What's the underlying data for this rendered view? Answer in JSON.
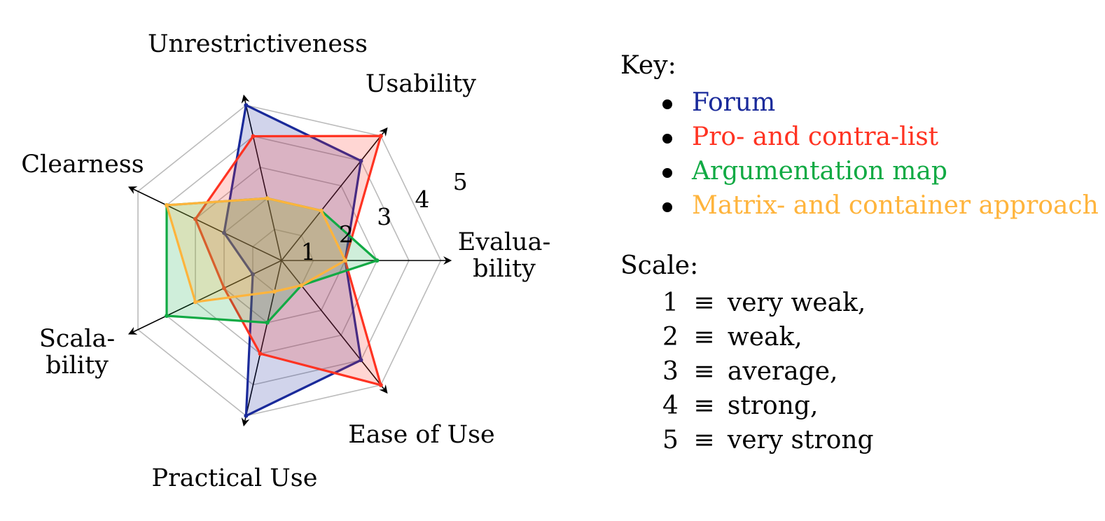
{
  "chart_data": {
    "type": "radar",
    "axes": [
      "Evalua-\nbility",
      "Usability",
      "Unrestrictiveness",
      "Clearness",
      "Scala-\nbility",
      "Practical Use",
      "Ease of Use"
    ],
    "tick_labels": [
      "1",
      "2",
      "3",
      "4",
      "5"
    ],
    "rlim": [
      0,
      5
    ],
    "grid": true,
    "series": [
      {
        "name": "Forum",
        "color": "#1a2a9a",
        "values": [
          2,
          4,
          5,
          2,
          1,
          5,
          4
        ]
      },
      {
        "name": "Pro- and contra-list",
        "color": "#ff3322",
        "values": [
          2,
          5,
          4,
          3,
          2,
          3,
          5
        ]
      },
      {
        "name": "Argumentation map",
        "color": "#11aa44",
        "values": [
          3,
          2,
          2,
          4,
          4,
          2,
          1
        ]
      },
      {
        "name": "Matrix- and container approach",
        "color": "#ffb43c",
        "values": [
          2,
          2,
          2,
          4,
          3,
          1,
          1
        ]
      }
    ]
  },
  "legend": {
    "key_title": "Key:",
    "scale_title": "Scale:",
    "scale": [
      {
        "num": "1",
        "eq": "≡",
        "text": "very weak,"
      },
      {
        "num": "2",
        "eq": "≡",
        "text": "weak,"
      },
      {
        "num": "3",
        "eq": "≡",
        "text": "average,"
      },
      {
        "num": "4",
        "eq": "≡",
        "text": "strong,"
      },
      {
        "num": "5",
        "eq": "≡",
        "text": "very strong"
      }
    ]
  }
}
